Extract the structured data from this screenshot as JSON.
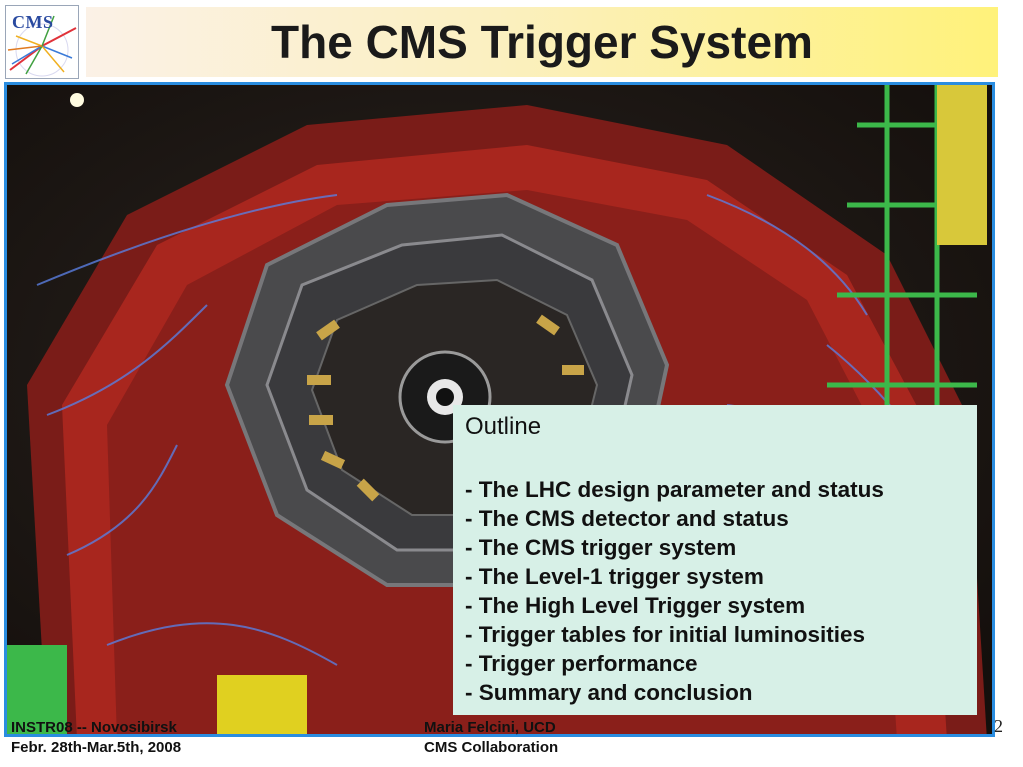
{
  "logo": {
    "text": "CMS"
  },
  "title": "The CMS Trigger System",
  "outline": {
    "heading": "Outline",
    "items": [
      "- The LHC design parameter and status",
      "- The CMS detector and status",
      "- The CMS trigger system",
      "- The Level-1 trigger system",
      "- The High Level Trigger system",
      "- Trigger tables for initial luminosities",
      "- Trigger performance",
      "- Summary and conclusion"
    ]
  },
  "footer": {
    "left_line1": "INSTR08 -- Novosibirsk",
    "left_line2": "Febr. 28th-Mar.5th, 2008",
    "mid_line1": "Maria Felcini, UCD",
    "mid_line2": "CMS Collaboration",
    "page_number": "2"
  },
  "colors": {
    "frame_border": "#2a8de0",
    "outline_bg": "#d7f0e7",
    "title_gradient_end": "#fff27a"
  }
}
